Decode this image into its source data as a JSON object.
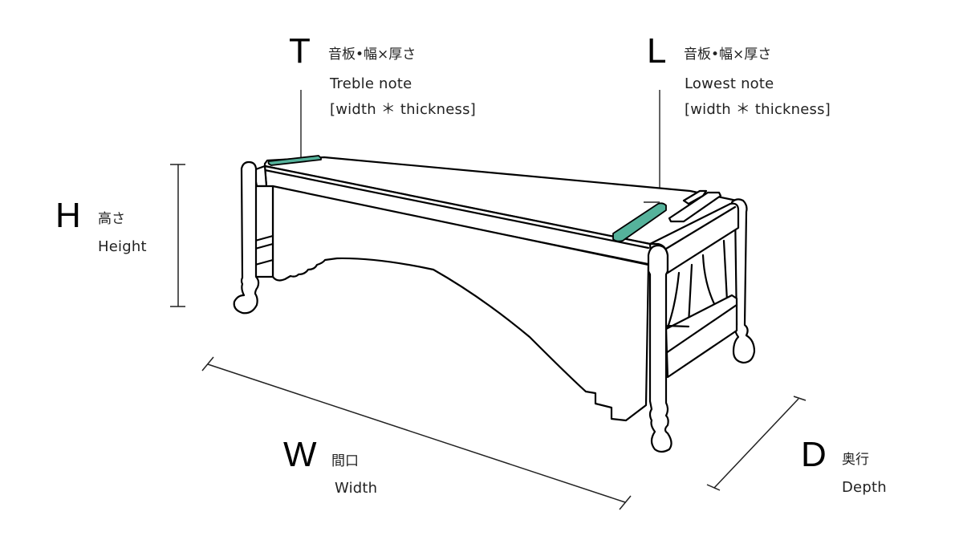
{
  "title": "Marimba dimension diagram",
  "colors": {
    "bar_accent": "#55B29B",
    "line": "#000000",
    "background": "#ffffff"
  },
  "labels": {
    "treble": {
      "letter": "T",
      "jp": "音板•幅×厚さ",
      "en_line1": "Treble note",
      "en_line2": "[width ＊ thickness]"
    },
    "lowest": {
      "letter": "L",
      "jp": "音板•幅×厚さ",
      "en_line1": "Lowest note",
      "en_line2": "[width ＊ thickness]"
    },
    "height": {
      "letter": "H",
      "jp": "高さ",
      "en": "Height"
    },
    "width": {
      "letter": "W",
      "jp": "間口",
      "en": "Width"
    },
    "depth": {
      "letter": "D",
      "jp": "奥行",
      "en": "Depth"
    }
  }
}
